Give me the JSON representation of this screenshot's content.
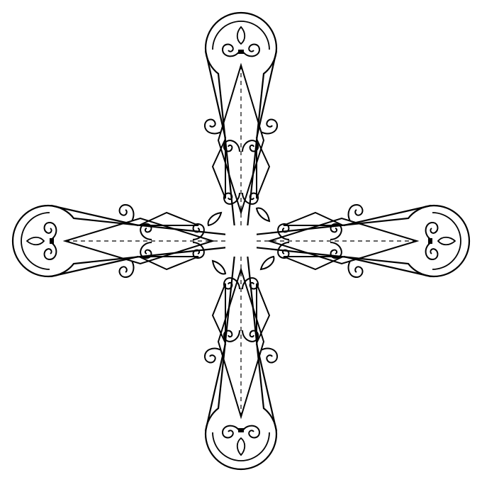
{
  "figure": {
    "kind": "ornamental-cross",
    "arms": [
      "top",
      "right",
      "bottom",
      "left"
    ],
    "stroke_color": "#000000",
    "background_color": "#ffffff",
    "centerline_style": "dashed"
  }
}
